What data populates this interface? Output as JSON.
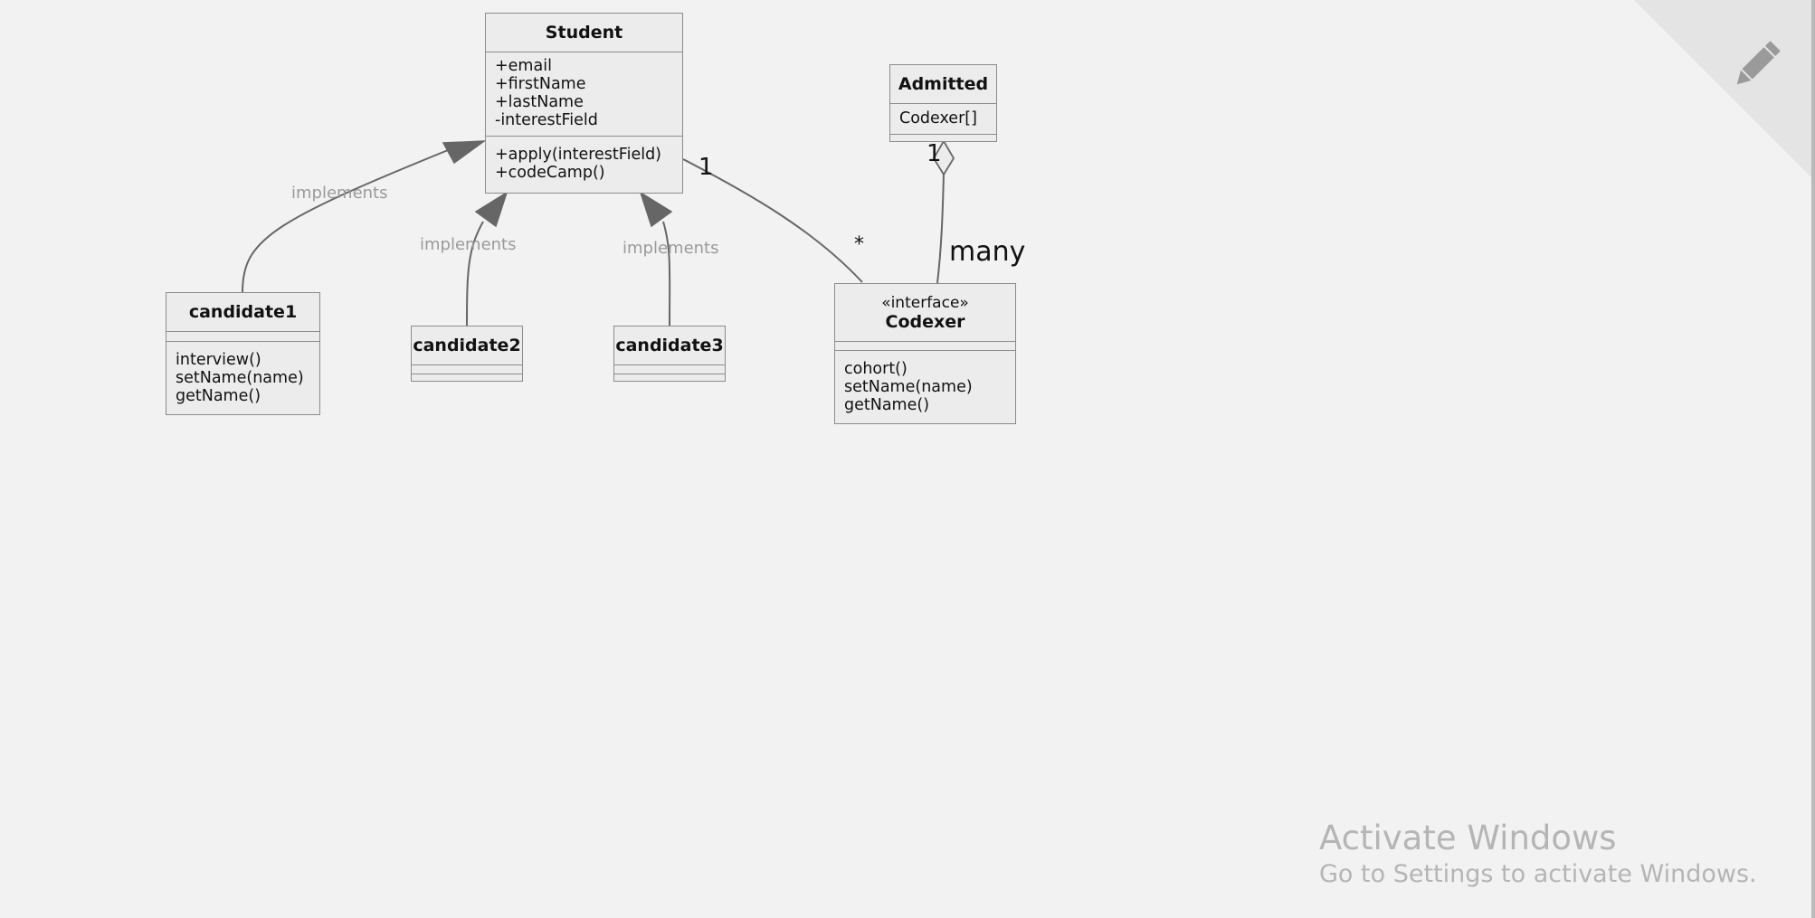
{
  "classes": {
    "student": {
      "name": "Student",
      "attributes": [
        "+email",
        "+firstName",
        "+lastName",
        "-interestField"
      ],
      "methods": [
        "+apply(interestField)",
        "+codeCamp()"
      ]
    },
    "admitted": {
      "name": "Admitted",
      "attributes": [
        "Codexer[]"
      ],
      "methods": []
    },
    "candidate1": {
      "name": "candidate1",
      "attributes": [],
      "methods": [
        "interview()",
        "setName(name)",
        "getName()"
      ]
    },
    "candidate2": {
      "name": "candidate2",
      "attributes": [],
      "methods": []
    },
    "candidate3": {
      "name": "candidate3",
      "attributes": [],
      "methods": []
    },
    "codexer": {
      "stereotype": "«interface»",
      "name": "Codexer",
      "attributes": [],
      "methods": [
        "cohort()",
        "setName(name)",
        "getName()"
      ]
    }
  },
  "relations": {
    "candidate1_student": {
      "type": "implements",
      "label": "implements"
    },
    "candidate2_student": {
      "type": "implements",
      "label": "implements"
    },
    "candidate3_student": {
      "type": "implements",
      "label": "implements"
    },
    "student_codexer": {
      "type": "association",
      "from_multiplicity": "1",
      "to_multiplicity": "*"
    },
    "admitted_codexer": {
      "type": "aggregation",
      "from_multiplicity": "1",
      "to_multiplicity": "many"
    }
  },
  "edit_button": {
    "icon": "pencil-icon"
  },
  "watermark": {
    "title": "Activate Windows",
    "subtitle": "Go to Settings to activate Windows."
  },
  "colors": {
    "background": "#f2f2f2",
    "class_fill": "#ececec",
    "class_border": "#8c8c8c",
    "edge": "#666666",
    "label_gray": "#9a9a9a",
    "corner": "#e4e4e4"
  }
}
